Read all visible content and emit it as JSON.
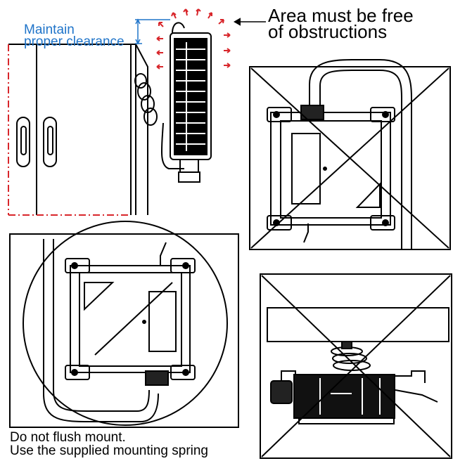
{
  "labels": {
    "clearance_line1": "Maintain",
    "clearance_line2": "proper clearance",
    "obstruction_line1": "Area must be free",
    "obstruction_line2": "of obstructions",
    "flush_line1": "Do not flush mount.",
    "flush_line2": "Use the supplied mounting spring"
  },
  "colors": {
    "clearance_text": "#1f74c9",
    "dimension_red": "#d8262b",
    "line": "#000000"
  }
}
